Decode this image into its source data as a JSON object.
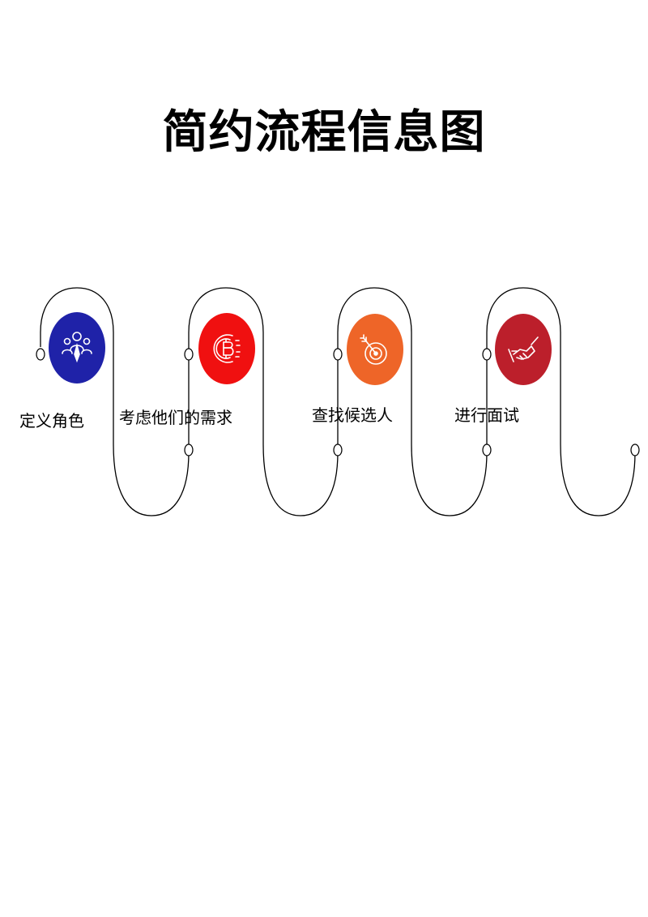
{
  "title": "简约流程信息图",
  "steps": [
    {
      "label": "定义角色",
      "color": "#1f22a8",
      "icon": "team-icon"
    },
    {
      "label": "考虑他们的需求",
      "color": "#f01010",
      "icon": "bitcoin-icon"
    },
    {
      "label": "查找候选人",
      "color": "#ee6528",
      "icon": "target-icon"
    },
    {
      "label": "进行面试",
      "color": "#bc1f2b",
      "icon": "handshake-icon"
    }
  ]
}
